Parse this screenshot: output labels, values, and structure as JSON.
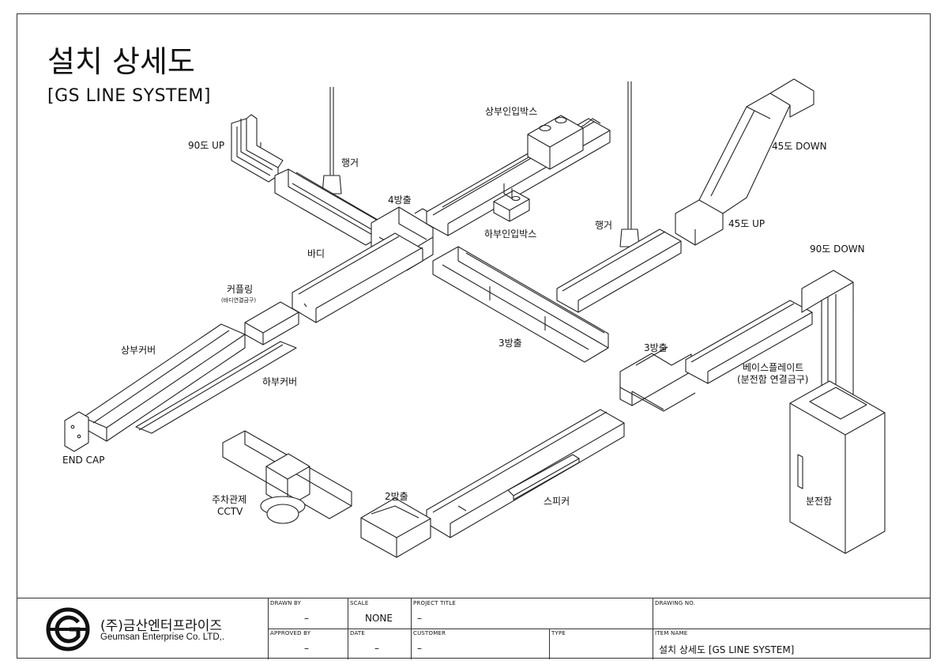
{
  "title": "설치 상세도",
  "subtitle": "[GS LINE SYSTEM]",
  "labels": {
    "up90": "90도 UP",
    "hanger1": "행거",
    "hanger2": "행거",
    "top_inlet_box": "상부인입박스",
    "bottom_inlet_box": "하부인입박스",
    "way4": "4방출",
    "down45": "45도 DOWN",
    "up45": "45도 UP",
    "down90": "90도 DOWN",
    "body": "바디",
    "coupling": "커플링",
    "coupling_note": "(바디연결금구)",
    "top_cover": "상부커버",
    "bottom_cover": "하부커버",
    "end_cap": "END CAP",
    "way3_a": "3방출",
    "way3_b": "3방출",
    "base_plate": "베이스플레이트",
    "base_plate_note": "(분전함 연결금구)",
    "parking_cctv_1": "주차관제",
    "parking_cctv_2": "CCTV",
    "way2": "2방출",
    "speaker": "스피커",
    "panel": "분전함"
  },
  "title_block": {
    "company_ko": "(주)금산엔터프라이즈",
    "company_en": "Geumsan Enterprise Co. LTD,.",
    "drawn_by_cap": "DRAWN BY",
    "drawn_by": "–",
    "scale_cap": "SCALE",
    "scale": "NONE",
    "project_title_cap": "PROJECT TITLE",
    "project_title": "–",
    "drawing_no_cap": "DRAWING NO.",
    "approved_by_cap": "APPROVED BY",
    "approved_by": "–",
    "date_cap": "DATE",
    "date": "–",
    "customer_cap": "CUSTOMER",
    "customer": "–",
    "type_cap": "TYPE",
    "item_name_cap": "ITEM NAME",
    "item_name": "설치 상세도 [GS LINE SYSTEM]"
  }
}
